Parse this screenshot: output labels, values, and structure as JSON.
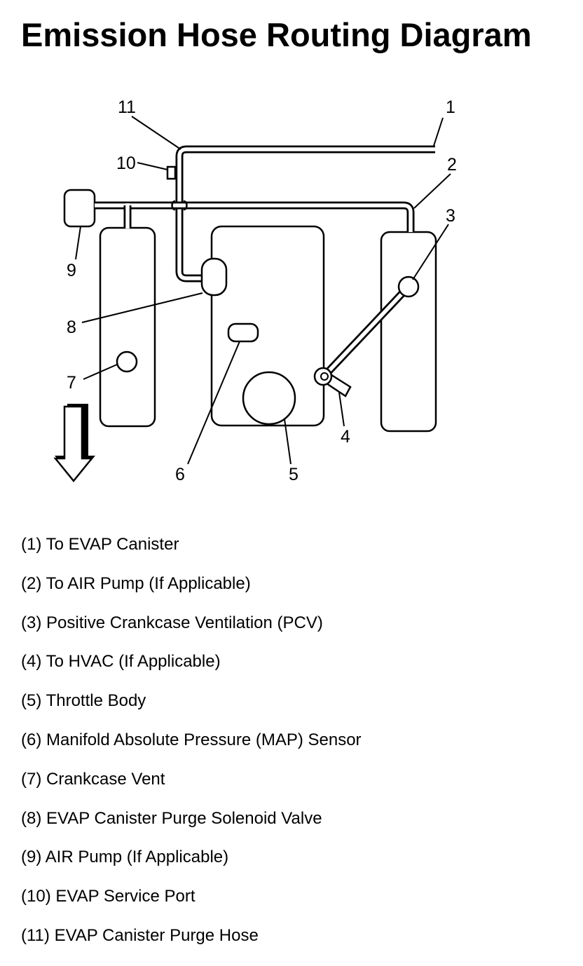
{
  "title": "Emission Hose Routing Diagram",
  "callouts": {
    "c1": "1",
    "c2": "2",
    "c3": "3",
    "c4": "4",
    "c5": "5",
    "c6": "6",
    "c7": "7",
    "c8": "8",
    "c9": "9",
    "c10": "10",
    "c11": "11"
  },
  "legend": [
    "(1) To EVAP Canister",
    "(2) To AIR Pump (If Applicable)",
    "(3) Positive Crankcase Ventilation (PCV)",
    "(4) To HVAC (If Applicable)",
    "(5) Throttle Body",
    "(6) Manifold Absolute Pressure (MAP) Sensor",
    "(7) Crankcase Vent",
    "(8) EVAP Canister Purge Solenoid Valve",
    "(9) AIR Pump (If Applicable)",
    "(10) EVAP Service Port",
    "(11) EVAP Canister Purge Hose"
  ],
  "colors": {
    "line": "#000000",
    "background": "#ffffff"
  },
  "icons": {
    "direction": "arrow-down-icon"
  }
}
